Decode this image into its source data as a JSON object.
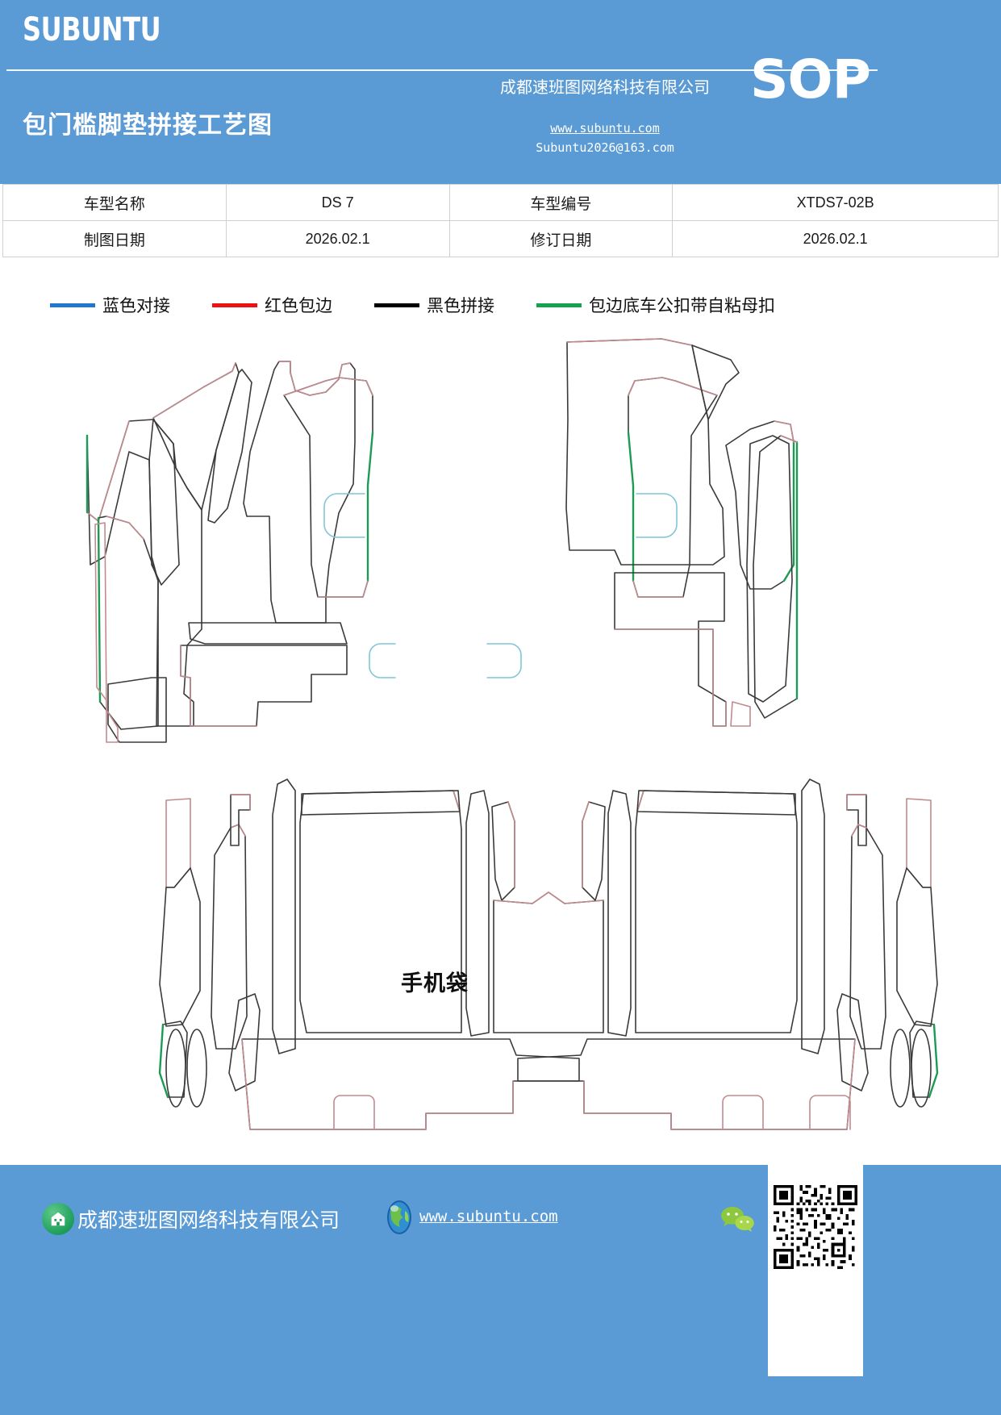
{
  "header": {
    "brand": "SUBUNTU",
    "doc_title": "包门槛脚垫拼接工艺图",
    "company_cn": "成都速班图网络科技有限公司",
    "badge": "SOP",
    "url": "www.subuntu.com",
    "email": "Subuntu2026@163.com",
    "bg_color": "#5b9bd5"
  },
  "info_table": {
    "rows": [
      {
        "label1": "车型名称",
        "value1": "DS 7",
        "label2": "车型编号",
        "value2": "XTDS7-02B"
      },
      {
        "label1": "制图日期",
        "value1": "2026.02.1",
        "label2": "修订日期",
        "value2": "2026.02.1"
      }
    ]
  },
  "legend": {
    "items": [
      {
        "label": "蓝色对接",
        "color": "#1f77d0"
      },
      {
        "label": "红色包边",
        "color": "#ee1111"
      },
      {
        "label": "黑色拼接",
        "color": "#000000"
      },
      {
        "label": "包边底车公扣带自粘母扣",
        "color": "#12a34b"
      }
    ]
  },
  "diagram": {
    "pocket_label": "手机袋",
    "stroke_colors": {
      "black_seam": "#3a3a3a",
      "red_edge": "#c08a8f",
      "blue_butt": "#7fc6d8",
      "green_hook": "#1f9a55"
    },
    "groups": [
      {
        "name": "front-row-mats",
        "description": "上半部分：前排门槛脚垫拼接轮廓"
      },
      {
        "name": "rear-row-mats",
        "description": "下半部分：后排门槛脚垫拼接轮廓"
      }
    ]
  },
  "footer": {
    "company": "成都速班图网络科技有限公司",
    "url": "www.subuntu.com",
    "house_icon": "house-icon",
    "globe_icon": "globe-icon",
    "wechat_icon": "wechat-icon",
    "qr_icon": "qr-code",
    "bg_color": "#5b9bd5"
  }
}
